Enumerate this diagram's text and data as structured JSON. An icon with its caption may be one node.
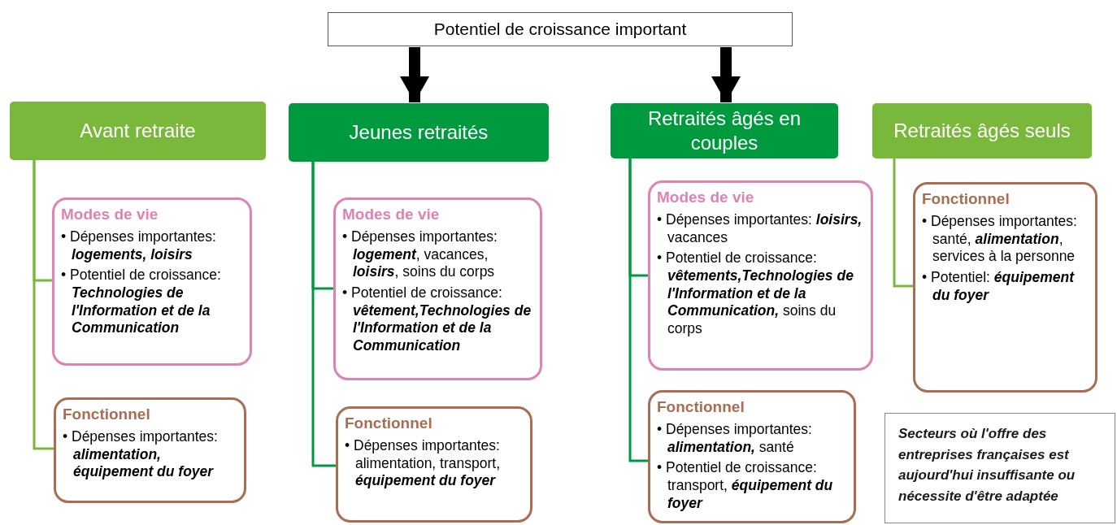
{
  "diagram": {
    "nodes": [
      {
        "text": [
          "Potentiel de croissance important"
        ]
      },
      {
        "text": [
          "Avant retraite"
        ]
      },
      {
        "text": [
          "Jeunes retraités"
        ]
      },
      {
        "text": [
          "Retraités âgés en couples"
        ]
      },
      {
        "text": [
          "Retraités âgés seuls"
        ]
      },
      {
        "text": [
          "Modes de vie",
          "• Dépenses importantes: *logements, loisirs*",
          "• Potentiel de croissance: *Technologies de l'Information et de la Communication*"
        ]
      },
      {
        "text": [
          "Fonctionnel",
          "• Dépenses importantes: *alimentation, équipement du foyer*"
        ]
      },
      {
        "text": [
          "Modes de vie",
          "• Dépenses importantes: *logement*, vacances, *loisirs*, soins du corps",
          "• Potentiel de croissance: *vêtement,Technologies de l'Information et de la Communication*"
        ]
      },
      {
        "text": [
          "Fonctionnel",
          "• Dépenses importantes: alimentation, transport, *équipement du foyer*"
        ]
      },
      {
        "text": [
          "Modes de vie",
          "• Dépenses importantes: *loisirs,* vacances",
          "• Potentiel de croissance: *vêtements,Technologies de l'Information et de la Communication,* soins du corps"
        ]
      },
      {
        "text": [
          "Fonctionnel",
          "• Dépenses importantes: *alimentation,* santé",
          "• Potentiel de croissance: transport, *équipement du foyer*"
        ]
      },
      {
        "text": [
          "Fonctionnel",
          "• Dépenses importantes: santé, *alimentation*, services à la personne",
          "• Potentiel: *équipement du foyer*"
        ]
      },
      {
        "text": [
          "Secteurs où l'offre des entreprises françaises est aujourd'hui insuffisante ou nécessite d'être adaptée"
        ]
      }
    ],
    "edges": [
      {
        "from": 0,
        "to": 2,
        "arrow": "to",
        "style": "thick",
        "color": "#000000"
      },
      {
        "from": 0,
        "to": 3,
        "arrow": "to",
        "style": "thick",
        "color": "#000000"
      },
      {
        "from": 1,
        "to": 5,
        "arrow": "none",
        "color": "#7ab83c"
      },
      {
        "from": 1,
        "to": 6,
        "arrow": "none",
        "color": "#7ab83c"
      },
      {
        "from": 2,
        "to": 7,
        "arrow": "none",
        "color": "#009a3e"
      },
      {
        "from": 2,
        "to": 8,
        "arrow": "none",
        "color": "#009a3e"
      },
      {
        "from": 3,
        "to": 9,
        "arrow": "none",
        "color": "#009a3e"
      },
      {
        "from": 3,
        "to": 10,
        "arrow": "none",
        "color": "#009a3e"
      },
      {
        "from": 4,
        "to": 11,
        "arrow": "none",
        "color": "#7ab83c"
      }
    ]
  }
}
